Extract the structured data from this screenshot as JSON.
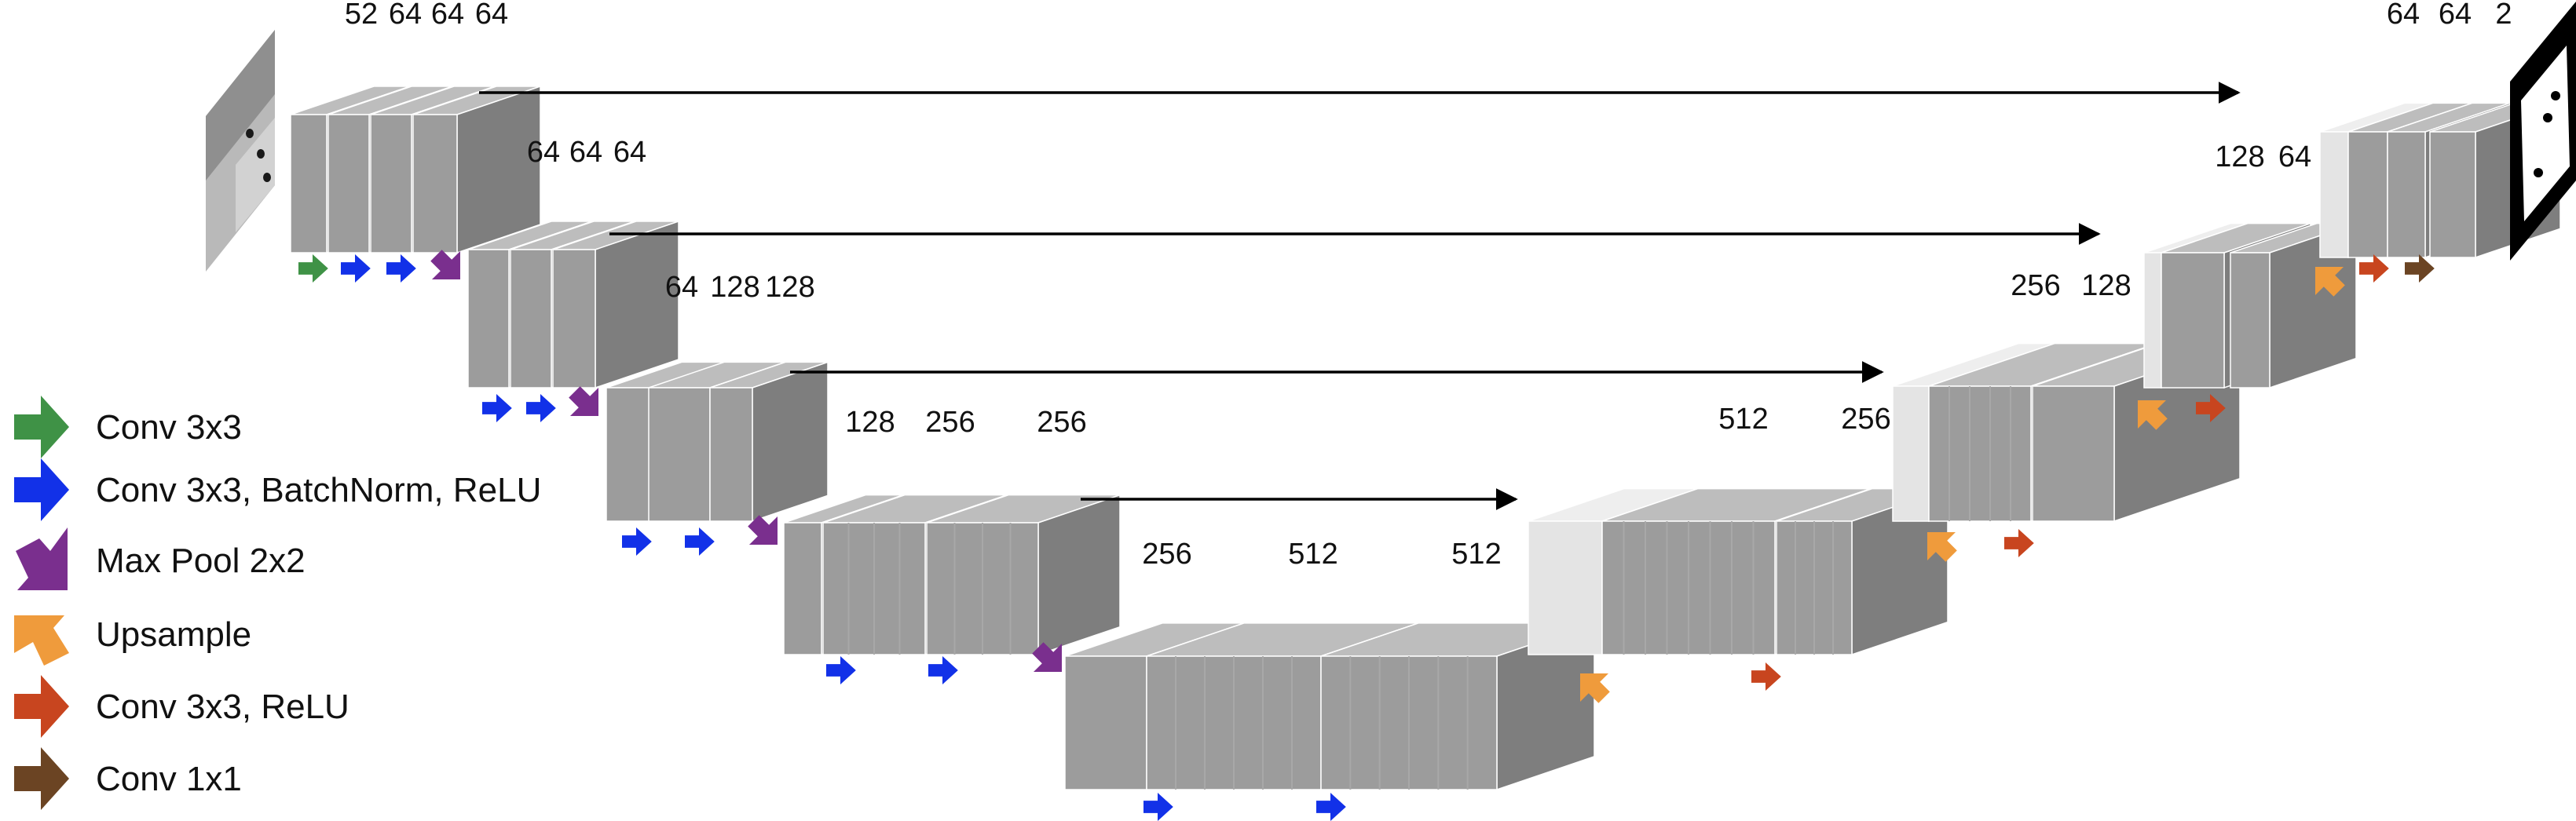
{
  "colors": {
    "front": "#9c9c9c",
    "side": "#7e7e7e",
    "top": "#bdbdbd",
    "stripe": "#a8a8a8",
    "upsampled_front": "#e4e4e4",
    "upsampled_top": "#eeeeee",
    "arrow_line": "#000000",
    "conv3x3": "#3f9246",
    "conv_bn_relu": "#1231e8",
    "maxpool": "#7a2f8e",
    "upsample": "#ef9b3c",
    "conv_relu": "#c8451f",
    "conv1x1": "#6b4423"
  },
  "legend": [
    {
      "label": "Conv 3x3",
      "kind": "conv3x3",
      "icon": "right-arrow-icon"
    },
    {
      "label": "Conv 3x3, BatchNorm, ReLU",
      "kind": "conv_bn_relu",
      "icon": "right-arrow-icon"
    },
    {
      "label": "Max Pool 2x2",
      "kind": "maxpool",
      "icon": "down-left-arrow-icon"
    },
    {
      "label": "Upsample",
      "kind": "upsample",
      "icon": "up-left-arrow-icon"
    },
    {
      "label": "Conv 3x3, ReLU",
      "kind": "conv_relu",
      "icon": "right-arrow-icon"
    },
    {
      "label": "Conv 1x1",
      "kind": "conv1x1",
      "icon": "right-arrow-icon"
    }
  ],
  "channel_labels": [
    "52",
    "64",
    "64",
    "64",
    "64",
    "64",
    "64",
    "64",
    "128",
    "128",
    "128",
    "256",
    "256",
    "256",
    "512",
    "512",
    "512",
    "256",
    "256",
    "128",
    "128",
    "64",
    "64",
    "64",
    "2"
  ],
  "input_image": "grayscale-input-image",
  "output_image": "segmentation-mask-output"
}
